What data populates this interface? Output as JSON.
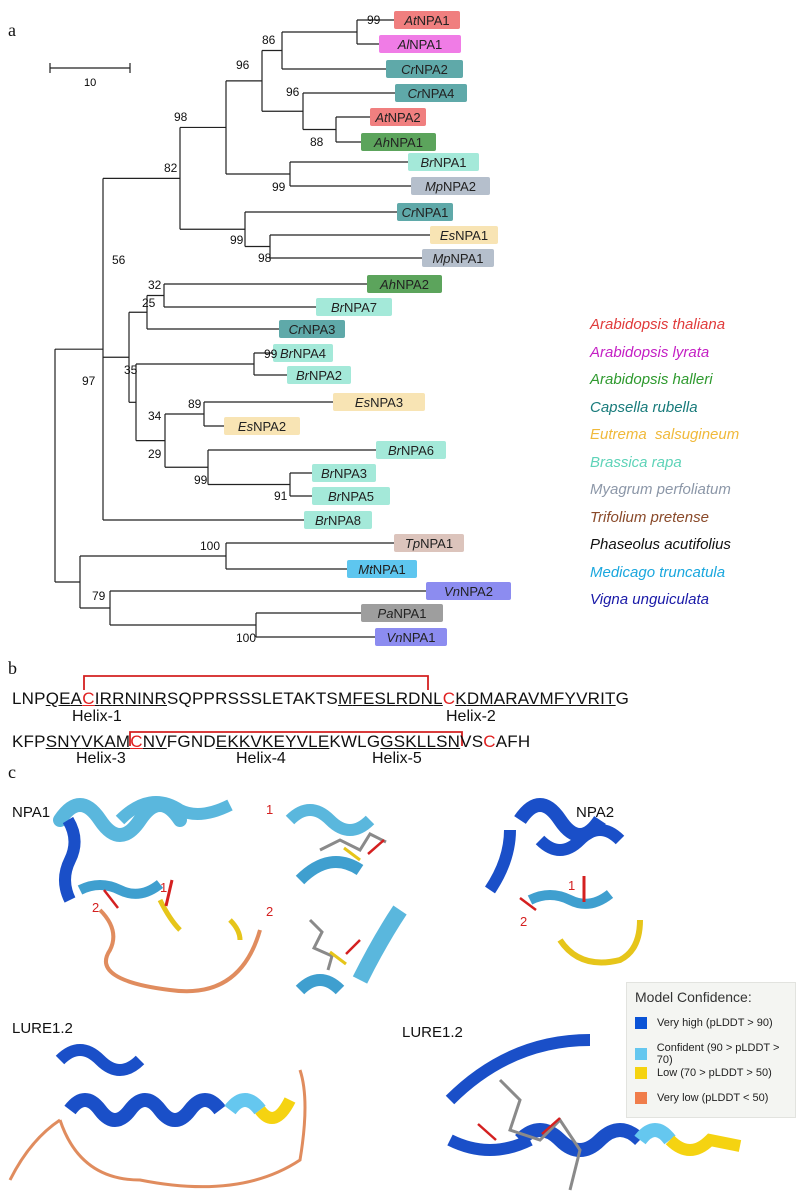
{
  "panels": {
    "a": "a",
    "b": "b",
    "c": "c"
  },
  "scale_bar": {
    "label": "10"
  },
  "tree": {
    "leaves": [
      {
        "prefix": "At",
        "suffix": "NPA1",
        "color": "#f07f7f"
      },
      {
        "prefix": "Al",
        "suffix": "NPA1",
        "color": "#f07ce6"
      },
      {
        "prefix": "Cr",
        "suffix": "NPA2",
        "color": "#5fa9a9"
      },
      {
        "prefix": "Cr",
        "suffix": "NPA4",
        "color": "#5fa9a9"
      },
      {
        "prefix": "At",
        "suffix": "NPA2",
        "color": "#f07f7f"
      },
      {
        "prefix": "Ah",
        "suffix": "NPA1",
        "color": "#5ca45c"
      },
      {
        "prefix": "Br",
        "suffix": "NPA1",
        "color": "#a4e9d9"
      },
      {
        "prefix": "Mp",
        "suffix": "NPA2",
        "color": "#b5bfcc"
      },
      {
        "prefix": "Cr",
        "suffix": "NPA1",
        "color": "#5fa9a9"
      },
      {
        "prefix": "Es",
        "suffix": "NPA1",
        "color": "#f8e4b4"
      },
      {
        "prefix": "Mp",
        "suffix": "NPA1",
        "color": "#b5bfcc"
      },
      {
        "prefix": "Ah",
        "suffix": "NPA2",
        "color": "#5ca45c"
      },
      {
        "prefix": "Br",
        "suffix": "NPA7",
        "color": "#a4e9d9"
      },
      {
        "prefix": "Cr",
        "suffix": "NPA3",
        "color": "#5fa9a9"
      },
      {
        "prefix": "Br",
        "suffix": "NPA4",
        "color": "#a4e9d9"
      },
      {
        "prefix": "Br",
        "suffix": "NPA2",
        "color": "#a4e9d9"
      },
      {
        "prefix": "Es",
        "suffix": "NPA3",
        "color": "#f8e4b4"
      },
      {
        "prefix": "Es",
        "suffix": "NPA2",
        "color": "#f8e4b4"
      },
      {
        "prefix": "Br",
        "suffix": "NPA6",
        "color": "#a4e9d9"
      },
      {
        "prefix": "Br",
        "suffix": "NPA3",
        "color": "#a4e9d9"
      },
      {
        "prefix": "Br",
        "suffix": "NPA5",
        "color": "#a4e9d9"
      },
      {
        "prefix": "Br",
        "suffix": "NPA8",
        "color": "#a4e9d9"
      },
      {
        "prefix": "Tp",
        "suffix": "NPA1",
        "color": "#dcc4bc"
      },
      {
        "prefix": "Mt",
        "suffix": "NPA1",
        "color": "#5ec6ef"
      },
      {
        "prefix": "Vn",
        "suffix": "NPA2",
        "color": "#8c8cf0"
      },
      {
        "prefix": "Pa",
        "suffix": "NPA1",
        "color": "#9e9e9e"
      },
      {
        "prefix": "Vn",
        "suffix": "NPA1",
        "color": "#8c8cf0"
      }
    ],
    "bootstrap": [
      "99",
      "86",
      "96",
      "96",
      "88",
      "98",
      "99",
      "98",
      "99",
      "82",
      "56",
      "32",
      "25",
      "35",
      "99",
      "89",
      "34",
      "29",
      "91",
      "99",
      "97",
      "100",
      "79",
      "100"
    ]
  },
  "species_legend": [
    {
      "name": "Arabidopsis thaliana",
      "color": "#e03b3b"
    },
    {
      "name": "Arabidopsis lyrata",
      "color": "#c41fc4"
    },
    {
      "name": "Arabidopsis halleri",
      "color": "#2f9a2f"
    },
    {
      "name": "Capsella rubella",
      "color": "#187b7b"
    },
    {
      "name": "Eutrema  salsugineum",
      "color": "#f0b93a"
    },
    {
      "name": "Brassica rapa",
      "color": "#5ed3b8"
    },
    {
      "name": "Myagrum perfoliatum",
      "color": "#8c97a8"
    },
    {
      "name": "Trifolium pretense",
      "color": "#8a4a2a"
    },
    {
      "name": "Phaseolus acutifolius",
      "color": "#111111"
    },
    {
      "name": "Medicago truncatula",
      "color": "#1aa7de"
    },
    {
      "name": "Vigna unguiculata",
      "color": "#1a1aa8"
    }
  ],
  "sequence": {
    "line1": "LNPQEACIRRNINRSQPPRSSSLETAKTSMFESLRDNLCKDMARAVMFYVRITG",
    "line2": "KFPSNYVKAMCNVFGNDEKKVKEYVLEKWLGGSKLLSNVSCAFH",
    "helices": [
      "Helix-1",
      "Helix-2",
      "Helix-3",
      "Helix-4",
      "Helix-5"
    ]
  },
  "structures": {
    "npa1_title": "NPA1",
    "npa2_title": "NPA2",
    "lure_left_title": "LURE1.2",
    "lure_right_title": "LURE1.2",
    "bond_labels": [
      "1",
      "2",
      "1",
      "2",
      "1",
      "2"
    ]
  },
  "confidence_legend": {
    "title": "Model Confidence:",
    "items": [
      {
        "label": "Very high (pLDDT > 90)",
        "color": "#0a53d6"
      },
      {
        "label": "Confident (90 > pLDDT > 70)",
        "color": "#65c7ef"
      },
      {
        "label": "Low (70 > pLDDT > 50)",
        "color": "#f5d311"
      },
      {
        "label": "Very low (pLDDT < 50)",
        "color": "#f07d4b"
      }
    ]
  }
}
